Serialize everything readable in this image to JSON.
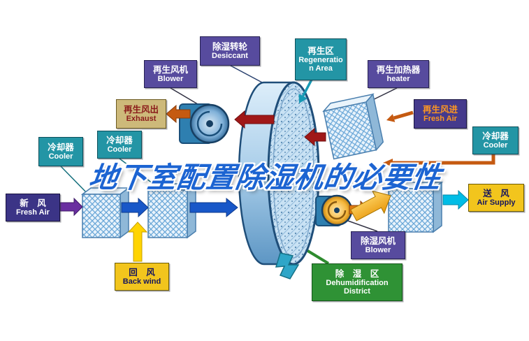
{
  "title": "地下室配置除湿机的必要性",
  "labels": {
    "desiccant": {
      "zh": "除湿转轮",
      "en": "Desiccant"
    },
    "regen_area": {
      "zh": "再生区",
      "en": "Regeneration Area"
    },
    "regen_blower": {
      "zh": "再生风机",
      "en": "Blower"
    },
    "regen_heater": {
      "zh": "再生加热器",
      "en": "heater"
    },
    "exhaust": {
      "zh": "再生风出",
      "en": "Exhaust"
    },
    "cooler_left_outer": {
      "zh": "冷却器",
      "en": "Cooler"
    },
    "cooler_left_inner": {
      "zh": "冷却器",
      "en": "Cooler"
    },
    "regen_fresh_air": {
      "zh": "再生风进",
      "en": "Fresh Air"
    },
    "cooler_right": {
      "zh": "冷却器",
      "en": "Cooler"
    },
    "fresh_air": {
      "zh": "新　风",
      "en": "Fresh Air"
    },
    "air_supply": {
      "zh": "送　风",
      "en": "Air Supply"
    },
    "back_wind": {
      "zh": "回　风",
      "en": "Back wind"
    },
    "dehumid_blower": {
      "zh": "除湿风机",
      "en": "Blower"
    },
    "dehumid_district": {
      "zh": "除　湿　区",
      "en": "Dehumidification District"
    }
  },
  "colors": {
    "title_blue": "#1c64d2",
    "label_purple": "#574b9e",
    "label_teal": "#2395a5",
    "label_green": "#2f9235",
    "label_gold": "#f2c51d",
    "label_indigo": "#3b3486",
    "label_tan": "#cdb97a",
    "arrow_blue": "#1857c8",
    "arrow_dark_red": "#a01818",
    "arrow_orange": "#c55a11",
    "arrow_yellow": "#ffd400",
    "arrow_purple": "#6a2fa0",
    "arrow_cyan": "#00bde6",
    "wheel_blue": "#9cc4e4"
  }
}
